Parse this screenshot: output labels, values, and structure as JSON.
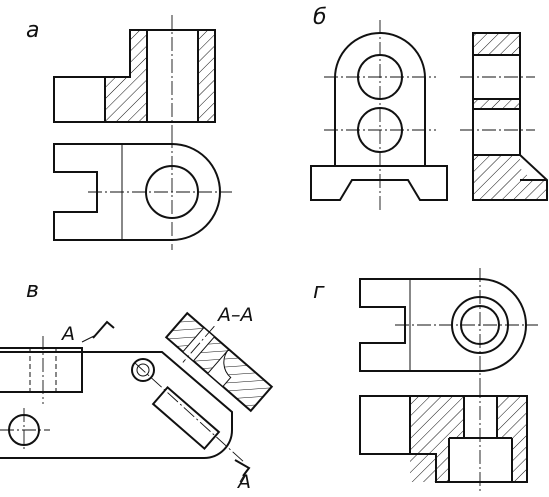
{
  "labels": {
    "a": "а",
    "b": "б",
    "v": "в",
    "g": "г"
  },
  "section": {
    "mark_top": "А",
    "mark_bottom": "А",
    "title": "А–А"
  }
}
